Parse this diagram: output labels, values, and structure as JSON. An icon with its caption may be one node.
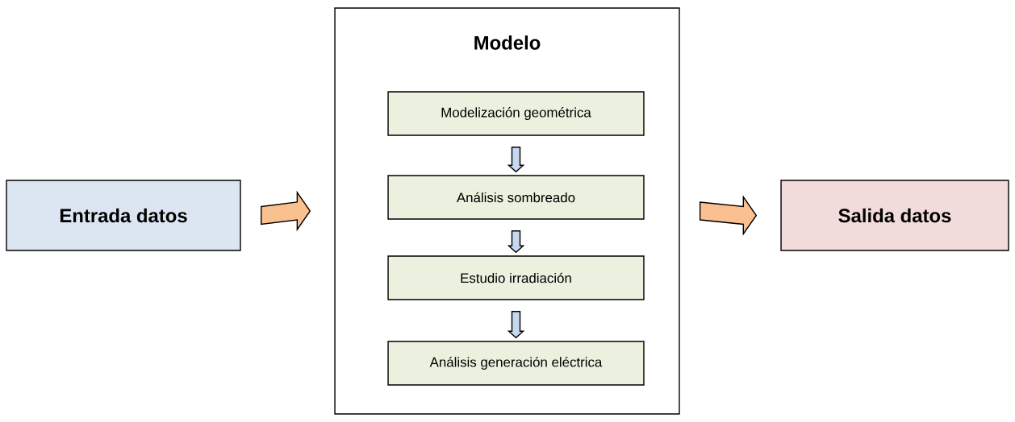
{
  "diagram": {
    "nodes": [
      {
        "text": [
          "Entrada datos"
        ]
      },
      {
        "text": [
          "Modelo"
        ]
      },
      {
        "text": [
          "Modelización geométrica"
        ],
        "in": 1
      },
      {
        "text": [
          "Análisis sombreado"
        ],
        "in": 1
      },
      {
        "text": [
          "Estudio irradiación"
        ],
        "in": 1
      },
      {
        "text": [
          "Análisis generación eléctrica"
        ],
        "in": 1
      },
      {
        "text": [
          "Salida datos"
        ]
      }
    ],
    "edges": [
      {
        "from": 0,
        "to": 1,
        "arrow": "to",
        "color": "#fac090"
      },
      {
        "from": 2,
        "to": 3,
        "arrow": "to"
      },
      {
        "from": 3,
        "to": 4,
        "arrow": "to"
      },
      {
        "from": 4,
        "to": 5,
        "arrow": "to"
      },
      {
        "from": 1,
        "to": 6,
        "arrow": "to",
        "color": "#fac090"
      }
    ]
  }
}
